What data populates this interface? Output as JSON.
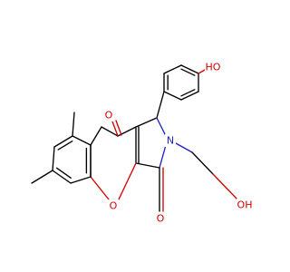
{
  "figure": "molecule-structure",
  "colors": {
    "bond": "#000000",
    "oxygen": "#d40000",
    "nitrogen": "#1f1fc8",
    "background": "#ffffff"
  },
  "atom_labels": {
    "phenol_oh": "HO",
    "ketone_o_top": "O",
    "ring_n": "N",
    "chain_oh": "OH",
    "ring_o": "O",
    "lactam_o": "O"
  }
}
